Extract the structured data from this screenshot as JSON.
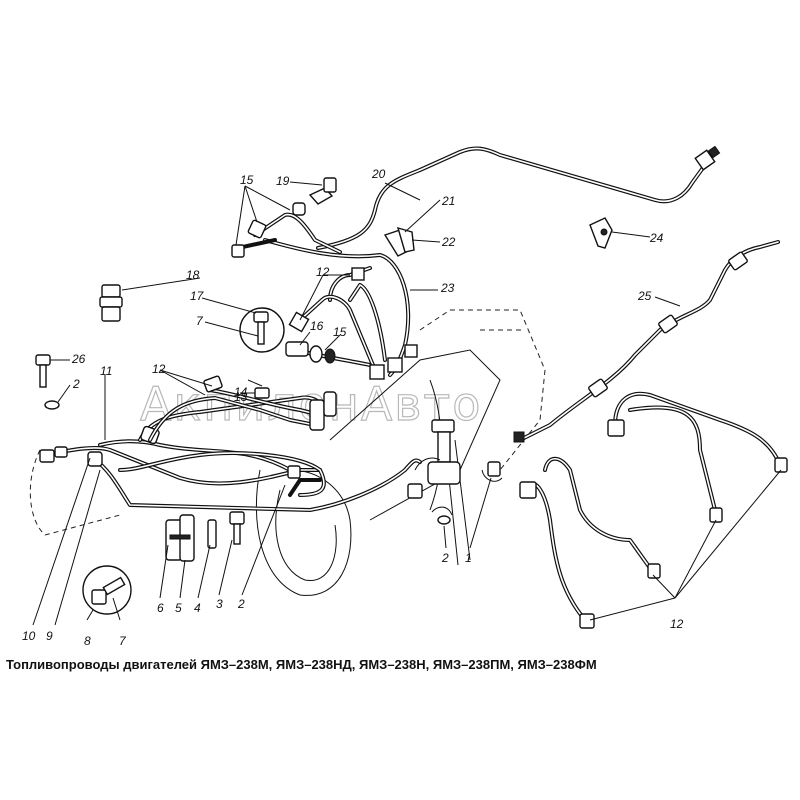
{
  "caption": "Топливопроводы двигателей  ЯМЗ–238М, ЯМЗ–238НД, ЯМЗ–238Н, ЯМЗ–238ПМ, ЯМЗ–238ФМ",
  "watermark": "АкпилонАвто",
  "callouts": {
    "n1": "1",
    "n2a": "2",
    "n2b": "2",
    "n2c": "2",
    "n3": "3",
    "n4": "4",
    "n5": "5",
    "n6": "6",
    "n7a": "7",
    "n7b": "7",
    "n8": "8",
    "n9": "9",
    "n10": "10",
    "n11": "11",
    "n12a": "12",
    "n12b": "12",
    "n12c": "12",
    "n13": "13",
    "n14": "14",
    "n15a": "15",
    "n15b": "15",
    "n16": "16",
    "n17": "17",
    "n18": "18",
    "n19": "19",
    "n20": "20",
    "n21": "21",
    "n22": "22",
    "n23": "23",
    "n24": "24",
    "n25": "25",
    "n26": "26"
  }
}
